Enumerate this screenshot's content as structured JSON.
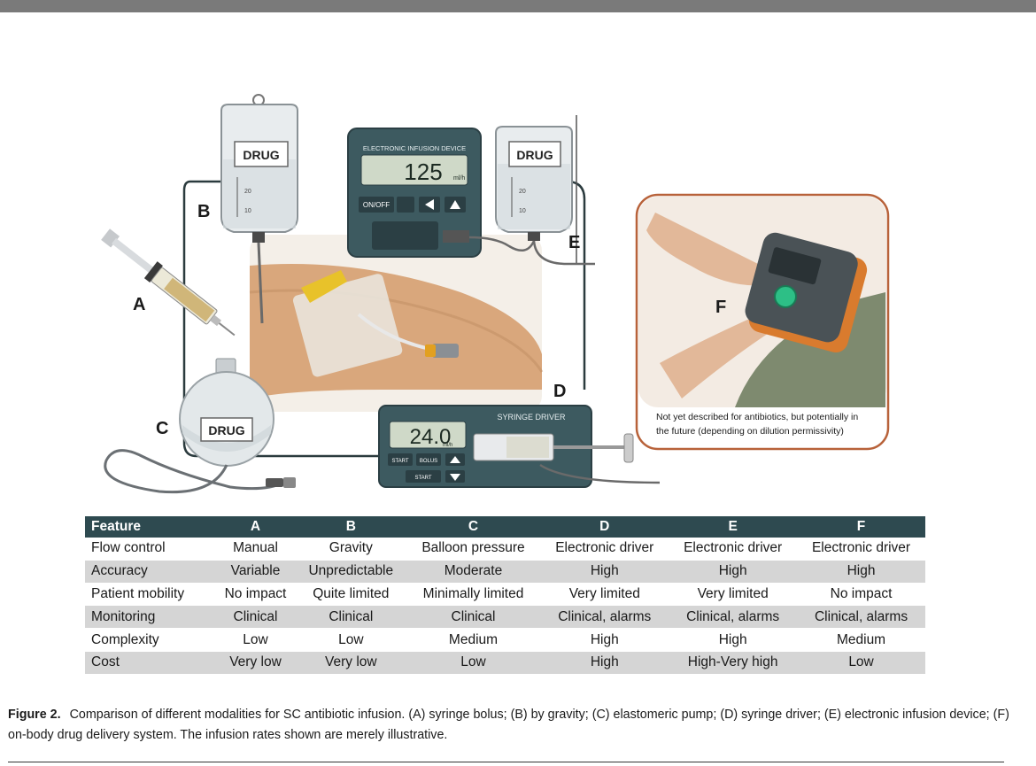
{
  "illustration": {
    "labels": {
      "a": "A",
      "b": "B",
      "c": "C",
      "d": "D",
      "e": "E",
      "f": "F"
    },
    "bag_left_label": "DRUG",
    "bag_right_label": "DRUG",
    "balloon_label": "DRUG",
    "bag_scale": [
      "20",
      "10"
    ],
    "infusion_device": {
      "title": "ELECTRONIC INFUSION DEVICE",
      "rate": "125",
      "unit": "ml/h",
      "on_off": "ON/OFF"
    },
    "syringe_driver": {
      "title": "SYRINGE DRIVER",
      "rate": "24.0",
      "unit": "ml/h",
      "start": "START",
      "bolus": "BOLUS",
      "start2": "START"
    },
    "onbody_note_line1": "Not yet described for antibiotics, but potentially in",
    "onbody_note_line2": "the future (depending on dilution permissivity)"
  },
  "table": {
    "headers": [
      "Feature",
      "A",
      "B",
      "C",
      "D",
      "E",
      "F"
    ],
    "rows": [
      [
        "Flow control",
        "Manual",
        "Gravity",
        "Balloon pressure",
        "Electronic driver",
        "Electronic driver",
        "Electronic driver"
      ],
      [
        "Accuracy",
        "Variable",
        "Unpredictable",
        "Moderate",
        "High",
        "High",
        "High"
      ],
      [
        "Patient mobility",
        "No impact",
        "Quite limited",
        "Minimally limited",
        "Very limited",
        "Very limited",
        "No impact"
      ],
      [
        "Monitoring",
        "Clinical",
        "Clinical",
        "Clinical",
        "Clinical, alarms",
        "Clinical, alarms",
        "Clinical, alarms"
      ],
      [
        "Complexity",
        "Low",
        "Low",
        "Medium",
        "High",
        "High",
        "Medium"
      ],
      [
        "Cost",
        "Very low",
        "Very low",
        "Low",
        "High",
        "High-Very high",
        "Low"
      ]
    ]
  },
  "caption": {
    "label": "Figure 2.",
    "text": "Comparison of different modalities for SC antibiotic infusion. (A) syringe bolus; (B) by gravity; (C) elastomeric pump; (D) syringe driver; (E) electronic infusion device; (F) on-body drug delivery system. The infusion rates shown are merely illustrative."
  }
}
